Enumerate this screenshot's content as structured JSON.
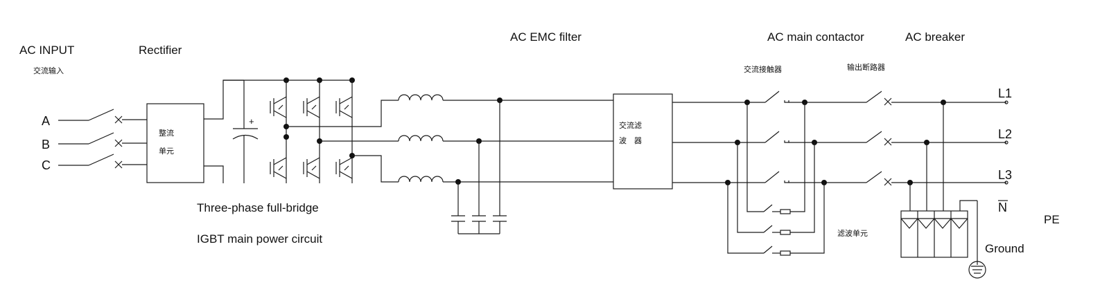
{
  "labels": {
    "ac_input": "AC INPUT",
    "ac_input_cn": "交流输入",
    "rectifier": "Rectifier",
    "emc_filter": "AC EMC filter",
    "main_contactor": "AC main contactor",
    "breaker": "AC breaker",
    "contactor_cn": "交流接触器",
    "breaker_cn": "输出断路器",
    "rect_unit_cn_1": "整流",
    "rect_unit_cn_2": "单元",
    "filter_cn_1": "交流滤",
    "filter_cn_2": "波　器",
    "bridge_1": "Three-phase full-bridge",
    "bridge_2": "IGBT main power circuit",
    "filter_unit_cn": "滤波单元",
    "pe": "PE",
    "ground": "Ground",
    "phase_a": "A",
    "phase_b": "B",
    "phase_c": "C",
    "out_l1": "L1",
    "out_l2": "L2",
    "out_l3": "L3",
    "out_n": "N",
    "cap_plus": "+"
  }
}
